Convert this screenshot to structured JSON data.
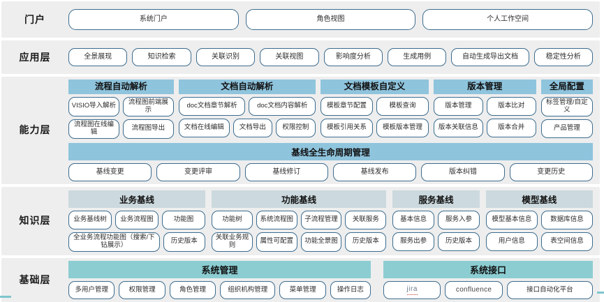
{
  "colors": {
    "band_bg": "#eeeeee",
    "pill_border": "#3c6c8e",
    "capability_header": "#8fc4dd",
    "knowledge_header": "#ccd9de",
    "base_header": "#8ccdd2",
    "page_bg": "#ffffff"
  },
  "layers": {
    "portal": {
      "label": "门户",
      "items": [
        "系统门户",
        "角色视图",
        "个人工作空间"
      ]
    },
    "application": {
      "label": "应用层",
      "items": [
        "全景展现",
        "知识检索",
        "关联识别",
        "关联视图",
        "影响度分析",
        "生成用例",
        "自动生成导出文档",
        "稳定性分析"
      ]
    },
    "capability": {
      "label": "能力层",
      "groups": [
        {
          "title": "流程自动解析",
          "row1": [
            "VISIO导入解析",
            "流程图前端展示"
          ],
          "row2": [
            "流程图在线编辑",
            "流程图导出"
          ]
        },
        {
          "title": "文档自动解析",
          "row1": [
            "doc文档章节解析",
            "doc文档内容解析"
          ],
          "row2": [
            "文档在线编辑",
            "文档导出",
            "权限控制"
          ]
        },
        {
          "title": "文档模板自定义",
          "row1": [
            "模板章节配置",
            "模板查询"
          ],
          "row2": [
            "模板引用关系",
            "模板版本管理"
          ]
        },
        {
          "title": "版本管理",
          "row1": [
            "版本管理",
            "版本比对"
          ],
          "row2": [
            "版本关联信息",
            "版本合并"
          ]
        },
        {
          "title": "全局配置",
          "row1": [
            "标签管理/自定义"
          ],
          "row2": [
            "产品管理"
          ]
        }
      ],
      "lifecycle": {
        "title": "基线全生命周期管理",
        "items": [
          "基线变更",
          "变更评审",
          "基线修订",
          "基线发布",
          "版本纠错",
          "变更历史"
        ]
      }
    },
    "knowledge": {
      "label": "知识层",
      "groups": [
        {
          "title": "业务基线",
          "row1": [
            "业务基线树",
            "业务流程图",
            "功能图"
          ],
          "row2": [
            "全业务流程功能图（搜索/下钻展示）",
            "历史版本"
          ]
        },
        {
          "title": "功能基线",
          "row1": [
            "功能树",
            "系统流程图",
            "子流程管理",
            "关联服务"
          ],
          "row2": [
            "关联业务规则",
            "属性可配置",
            "功能全景图",
            "历史版本"
          ]
        },
        {
          "title": "服务基线",
          "row1": [
            "基本信息",
            "服务入参"
          ],
          "row2": [
            "服务出参",
            "历史版本"
          ]
        },
        {
          "title": "模型基线",
          "row1": [
            "模型基本信息",
            "数据库信息"
          ],
          "row2": [
            "用户信息",
            "表空间信息"
          ]
        }
      ]
    },
    "base": {
      "label": "基础层",
      "columns": [
        {
          "title": "系统管理",
          "items": [
            "多用户管理",
            "权限管理",
            "角色管理",
            "组织机构管理",
            "菜单管理",
            "操作日志"
          ]
        },
        {
          "title": "系统接口",
          "items": [
            "jira",
            "confluence",
            "接口自动化平台"
          ]
        }
      ]
    }
  }
}
